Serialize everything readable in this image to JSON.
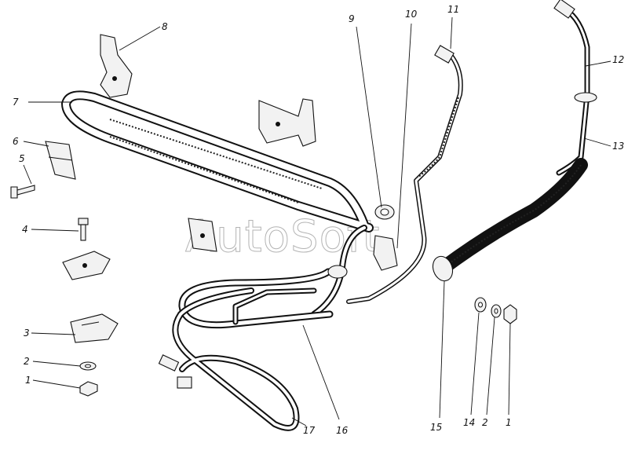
{
  "watermark": "AutoSoft",
  "callouts": {
    "c1": "1",
    "c2": "2",
    "c3": "3",
    "c4": "4",
    "c5": "5",
    "c6": "6",
    "c7": "7",
    "c8": "8",
    "c9": "9",
    "c10": "10",
    "c11": "11",
    "c12": "12",
    "c13": "13",
    "c14": "14",
    "c15": "15",
    "c16": "16",
    "c17": "17",
    "c2r": "2",
    "c1r": "1"
  }
}
